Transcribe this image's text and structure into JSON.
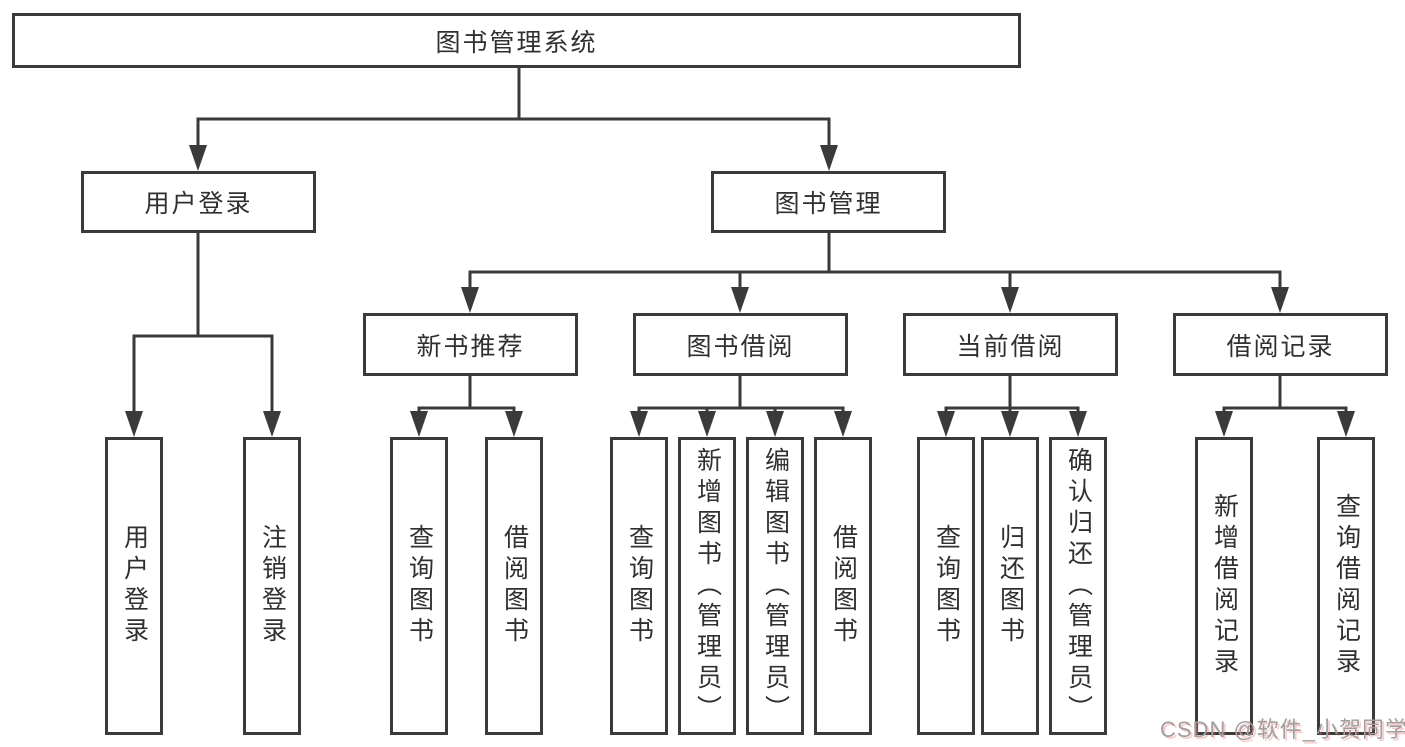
{
  "colors": {
    "line": "#3a3a3a",
    "text": "#303030",
    "bg": "#ffffff",
    "wm": "#9f9f9f"
  },
  "watermark": {
    "text": "CSDN @软件_小贺同学"
  },
  "tree": {
    "label": "图书管理系统",
    "children": [
      {
        "label": "用户登录",
        "children": [
          {
            "label": "用户登录"
          },
          {
            "label": "注销登录"
          }
        ]
      },
      {
        "label": "图书管理",
        "children": [
          {
            "label": "新书推荐",
            "children": [
              {
                "label": "查询图书"
              },
              {
                "label": "借阅图书"
              }
            ]
          },
          {
            "label": "图书借阅",
            "children": [
              {
                "label": "查询图书"
              },
              {
                "label": "新增图书（管理员）"
              },
              {
                "label": "编辑图书（管理员）"
              },
              {
                "label": "借阅图书"
              }
            ]
          },
          {
            "label": "当前借阅",
            "children": [
              {
                "label": "查询图书"
              },
              {
                "label": "归还图书"
              },
              {
                "label": "确认归还（管理员）"
              }
            ]
          },
          {
            "label": "借阅记录",
            "children": [
              {
                "label": "新增借阅记录"
              },
              {
                "label": "查询借阅记录"
              }
            ]
          }
        ]
      }
    ]
  }
}
